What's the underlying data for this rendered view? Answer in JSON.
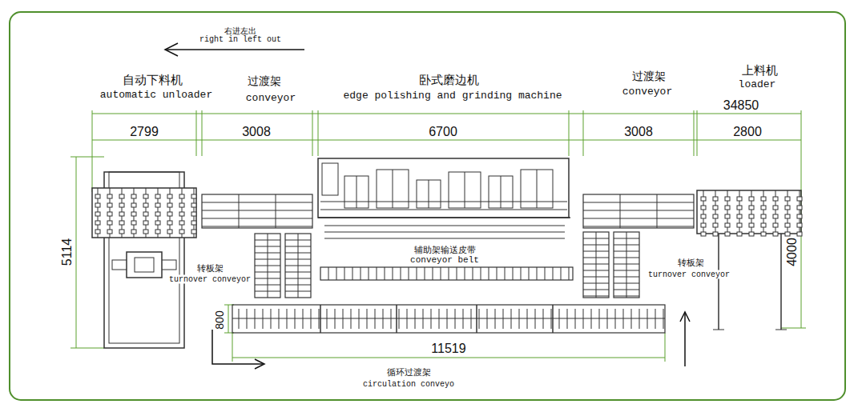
{
  "diagram": {
    "labels": [
      "右进左出",
      "right in left out",
      "自动下料机",
      "automatic unloader",
      "过渡架",
      "conveyor",
      "卧式磨边机",
      "edge polishing and grinding machine",
      "过渡架",
      "conveyor",
      "上料机",
      "loader",
      "34850",
      "2799",
      "3008",
      "6700",
      "3008",
      "2800",
      "5114",
      "4000",
      "转板架",
      "turnover conveyor",
      "辅助架输送皮带",
      "conveyor belt",
      "转板架",
      "turnover conveyor",
      "800",
      "11519",
      "循环过渡架",
      "circulation conveyo"
    ]
  }
}
